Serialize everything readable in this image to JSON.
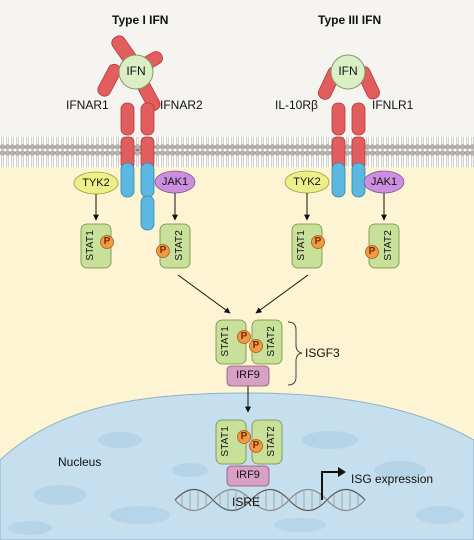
{
  "titles": {
    "type1": "Type I IFN",
    "type3": "Type III IFN"
  },
  "ligands": {
    "left": "IFN",
    "right": "IFN"
  },
  "receptors": {
    "ifnar1": "IFNAR1",
    "ifnar2": "IFNAR2",
    "il10rb": "IL-10Rβ",
    "ifnlr1": "IFNLR1"
  },
  "kinases": {
    "tyk2_left": "TYK2",
    "jak1_left": "JAK1",
    "tyk2_right": "TYK2",
    "jak1_right": "JAK1"
  },
  "stats": {
    "stat1": "STAT1",
    "stat2": "STAT2"
  },
  "phospho": "P",
  "complex": {
    "irf9": "IRF9",
    "isgf3": "ISGF3"
  },
  "nucleus": {
    "label": "Nucleus",
    "isre": "ISRE",
    "isg_expression": "ISG expression"
  },
  "colors": {
    "extracellular": "#f6f4f1",
    "cytoplasm": "#fcf4d2",
    "membrane_head": "#b8b4b0",
    "nucleus": "#c6dfee",
    "receptor_red": "#e25d5e",
    "receptor_blue": "#5cb8e1",
    "ligand": "#dceec6",
    "kinase_yellow": "#edf088",
    "kinase_purple": "#cc8fe0",
    "stat_green": "#c8e09a",
    "phospho_orange": "#ef9a45",
    "irf9_pink": "#d9a0c6"
  }
}
